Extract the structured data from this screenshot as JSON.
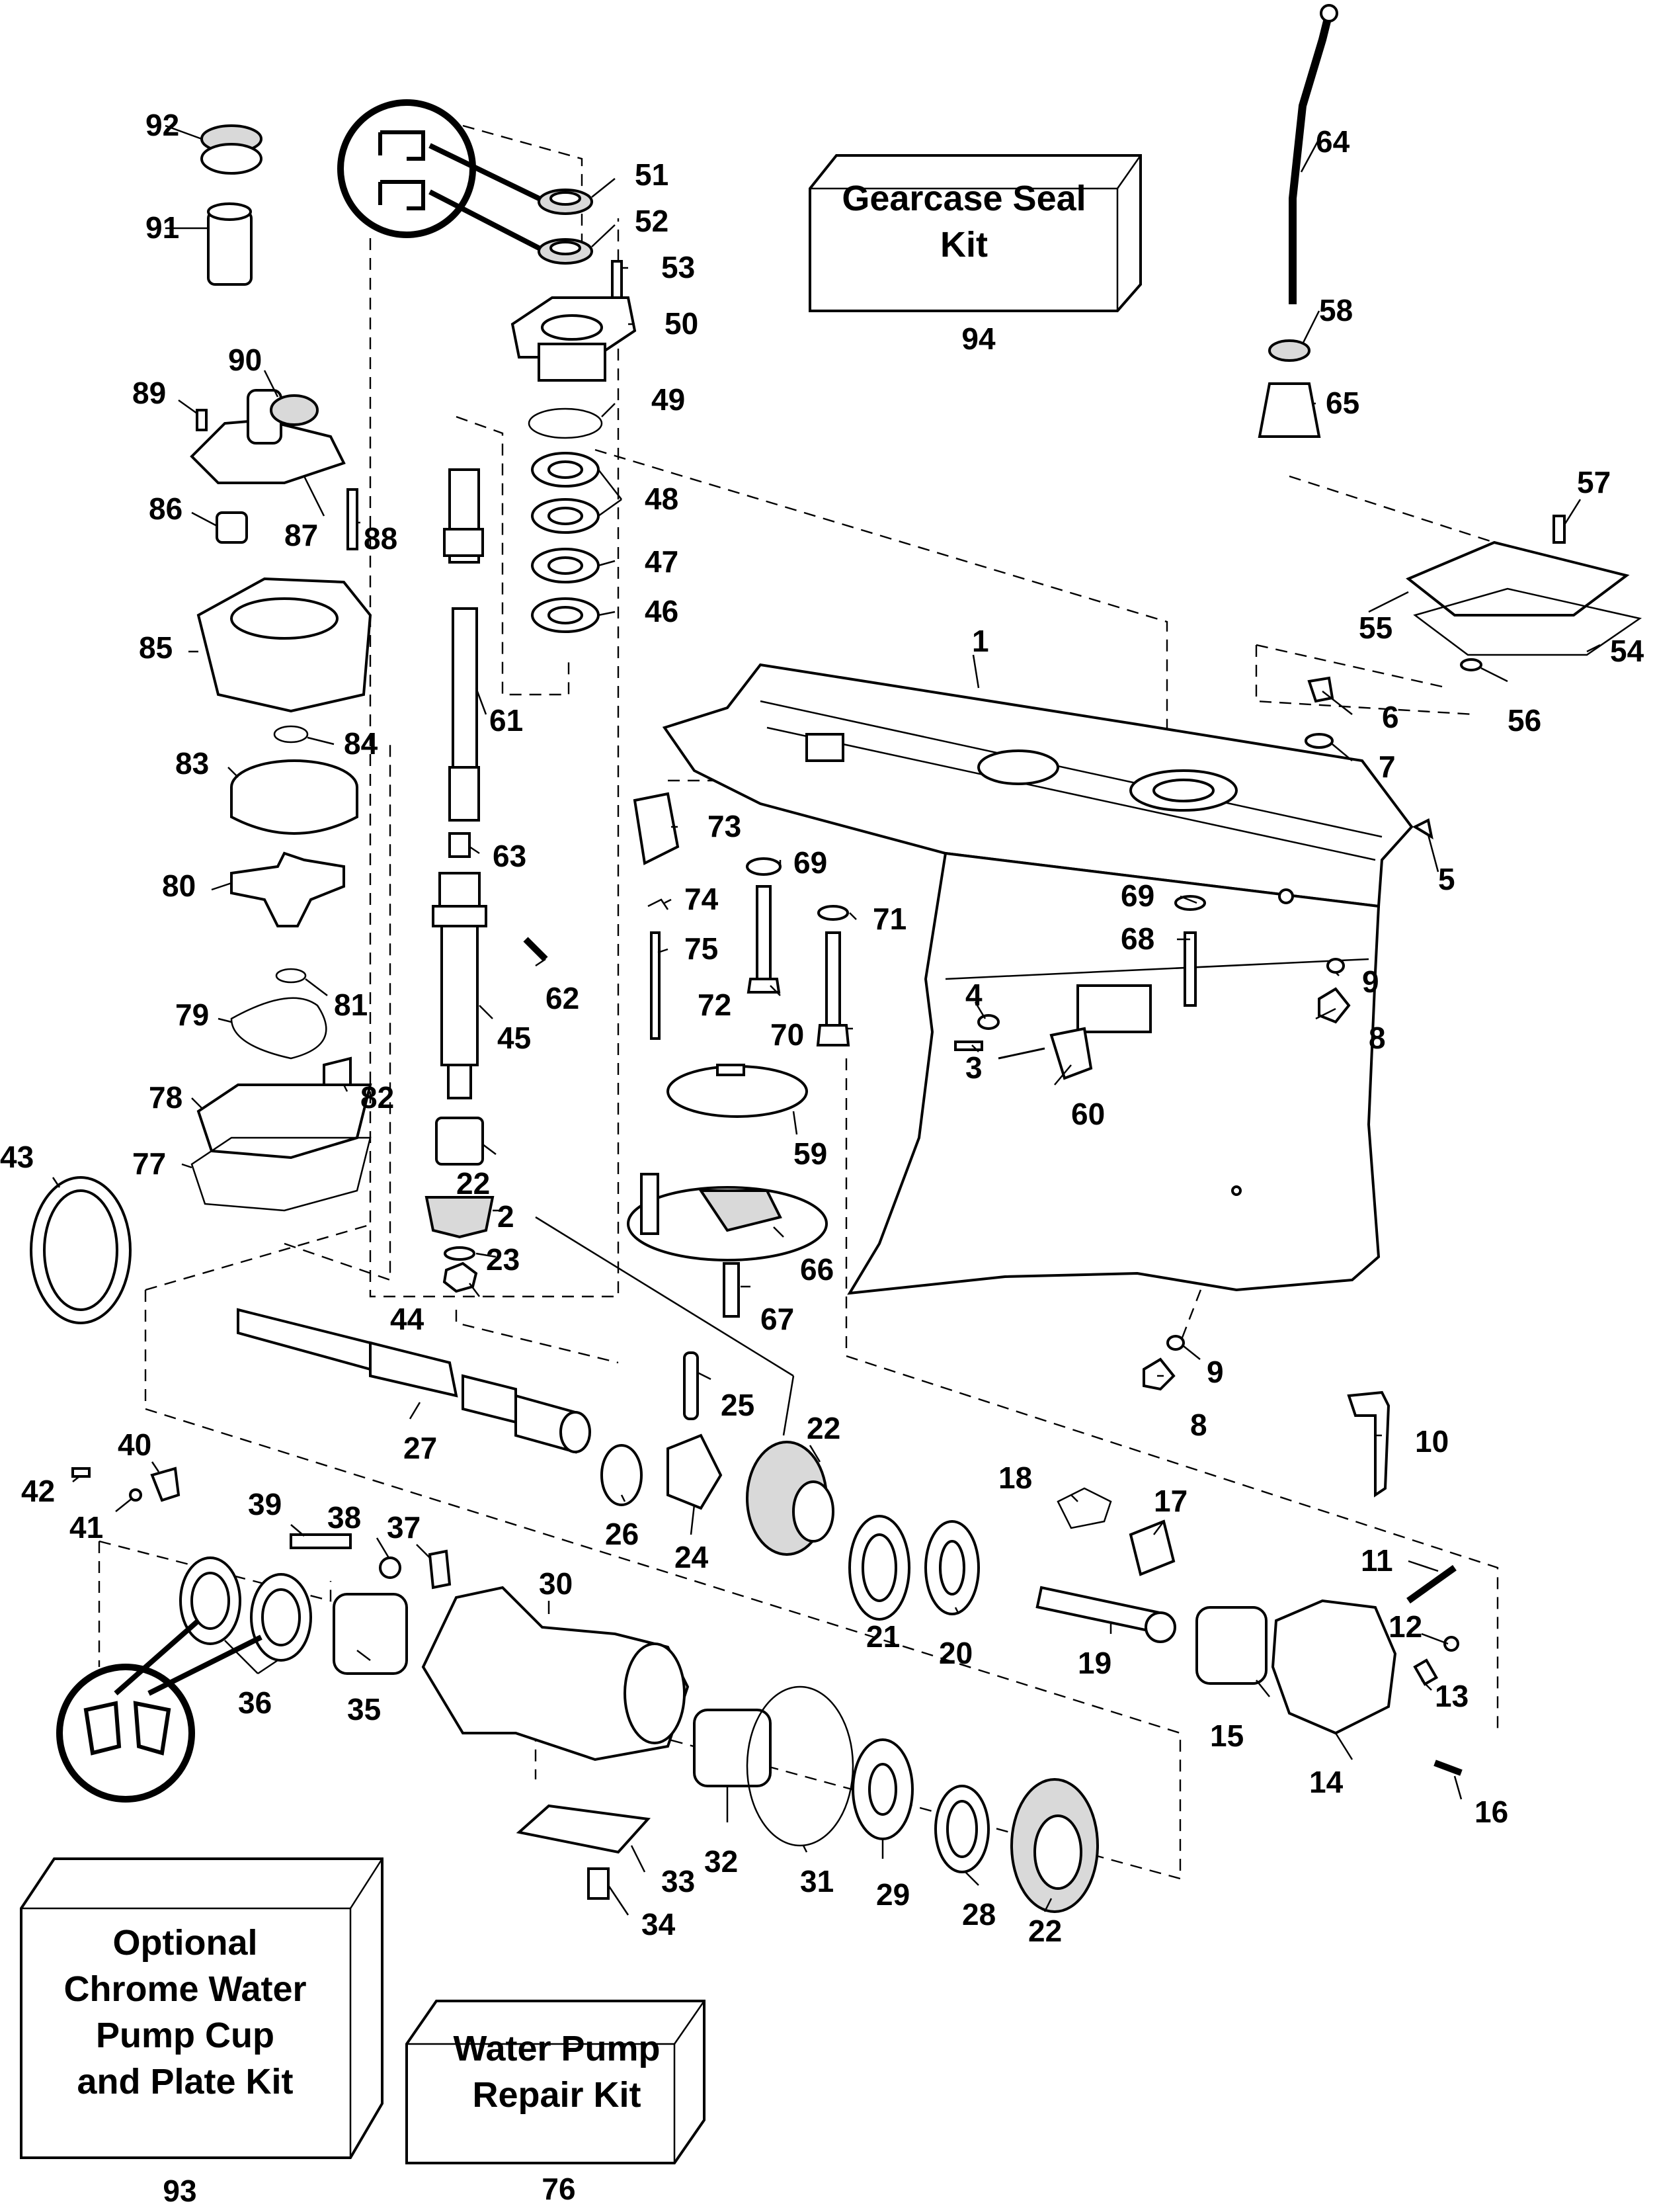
{
  "kits": {
    "gearcase_seal": {
      "line1": "Gearcase Seal",
      "line2": "Kit",
      "number": "94"
    },
    "chrome_water_pump": {
      "line1": "Optional",
      "line2": "Chrome Water",
      "line3": "Pump Cup",
      "line4": "and Plate Kit",
      "number": "93"
    },
    "water_pump_repair": {
      "line1": "Water Pump",
      "line2": "Repair Kit",
      "number": "76"
    }
  },
  "callouts": [
    "1",
    "2",
    "3",
    "4",
    "5",
    "6",
    "7",
    "8",
    "8",
    "9",
    "9",
    "10",
    "11",
    "12",
    "13",
    "14",
    "15",
    "16",
    "17",
    "18",
    "19",
    "20",
    "21",
    "22",
    "22",
    "22",
    "23",
    "24",
    "25",
    "26",
    "27",
    "28",
    "29",
    "30",
    "31",
    "32",
    "33",
    "34",
    "35",
    "36",
    "37",
    "38",
    "39",
    "40",
    "41",
    "42",
    "43",
    "44",
    "45",
    "46",
    "47",
    "48",
    "49",
    "50",
    "51",
    "52",
    "53",
    "54",
    "55",
    "56",
    "57",
    "58",
    "59",
    "60",
    "61",
    "62",
    "63",
    "64",
    "65",
    "66",
    "67",
    "68",
    "69",
    "69",
    "70",
    "71",
    "72",
    "73",
    "74",
    "75",
    "77",
    "78",
    "79",
    "80",
    "81",
    "82",
    "83",
    "84",
    "85",
    "86",
    "87",
    "88",
    "89",
    "90",
    "91",
    "92"
  ]
}
